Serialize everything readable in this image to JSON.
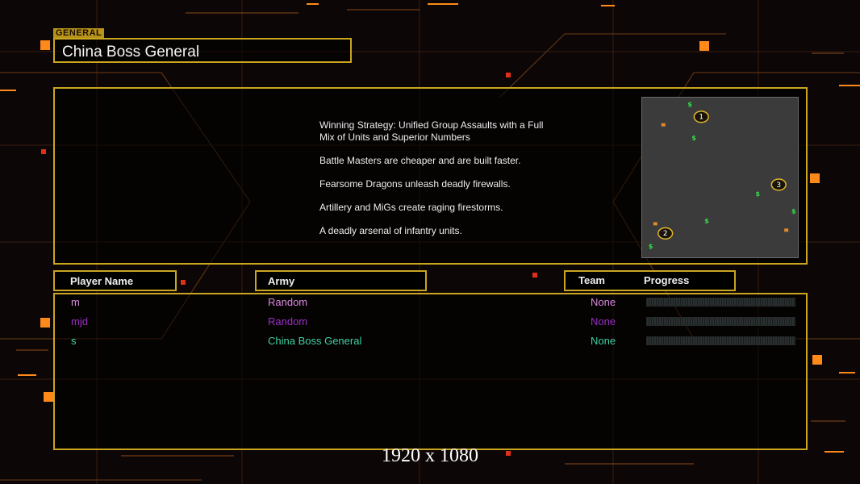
{
  "header": {
    "tag": "GENERAL",
    "title": "China Boss General"
  },
  "info": {
    "lines": [
      "Winning Strategy: Unified Group Assaults with a Full\n Mix of Units and Superior Numbers",
      "Battle Masters are cheaper and are built faster.",
      "Fearsome Dragons unleash deadly firewalls.",
      "Artillery and MiGs create raging firestorms.",
      "A deadly arsenal of infantry units."
    ],
    "map": {
      "start_labels": [
        "1",
        "2",
        "3"
      ],
      "supply_symbol": "$"
    }
  },
  "columns": {
    "player_name": "Player Name",
    "army": "Army",
    "team": "Team",
    "progress": "Progress"
  },
  "players": [
    {
      "name": "m",
      "army": "Random",
      "team": "None",
      "progress": 0,
      "color": "#d98ae0"
    },
    {
      "name": "mjd",
      "army": "Random",
      "team": "None",
      "progress": 0,
      "color": "#9a2ec6"
    },
    {
      "name": "s",
      "army": "China Boss General",
      "team": "None",
      "progress": 0,
      "color": "#3fd1a6"
    }
  ],
  "resolution": "1920 x 1080",
  "colors": {
    "frame": "#c9a520",
    "accent": "#ff8a1a",
    "background": "#0c0606"
  }
}
